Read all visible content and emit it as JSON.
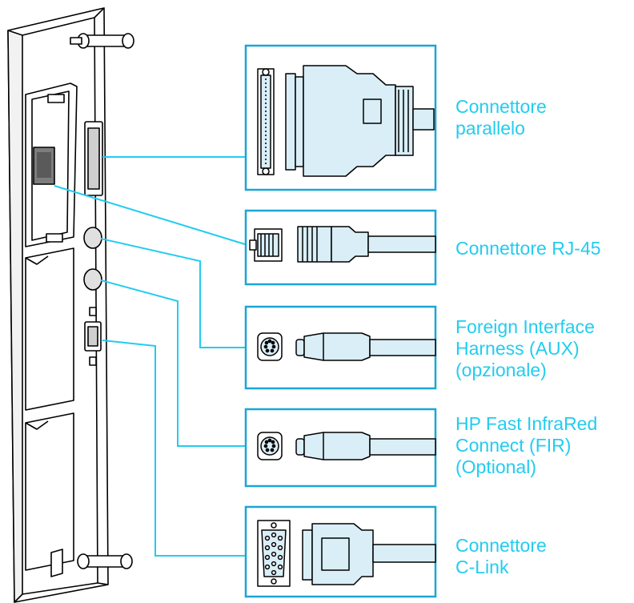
{
  "colors": {
    "accent": "#22ccf0",
    "frame": "#1aa6d6",
    "line": "#000000",
    "fill_light": "#d9eef7"
  },
  "labels": {
    "parallel": [
      "Connettore",
      "parallelo"
    ],
    "rj45": [
      "Connettore RJ-45"
    ],
    "aux": [
      "Foreign Interface",
      "Harness (AUX)",
      "(opzionale)"
    ],
    "fir": [
      "HP Fast InfraRed",
      "Connect (FIR)",
      "(Optional)"
    ],
    "clink": [
      "Connettore",
      "C-Link"
    ]
  },
  "icons": [
    "parallel-connector-icon",
    "rj45-connector-icon",
    "mini-din-connector-icon",
    "db15-connector-icon"
  ]
}
